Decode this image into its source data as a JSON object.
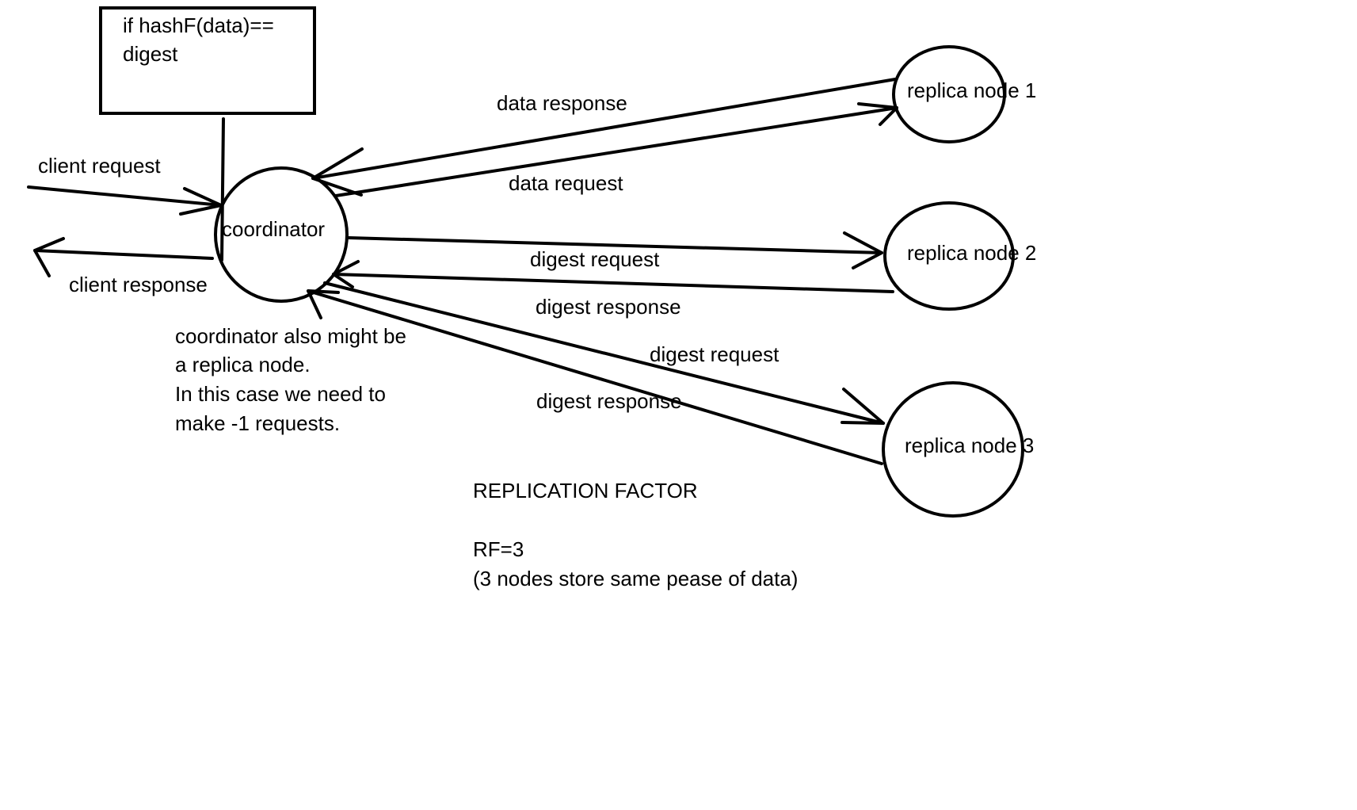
{
  "diagram": {
    "condition_box": {
      "line1": "if hashF(data)==",
      "line2": "digest"
    },
    "nodes": {
      "coordinator": "coordinator",
      "replica1": "replica node 1",
      "replica2": "replica node 2",
      "replica3": "replica node 3"
    },
    "edges": {
      "client_request": "client request",
      "client_response": "client response",
      "data_response": "data response",
      "data_request": "data request",
      "digest_request_2": "digest request",
      "digest_response_2": "digest response",
      "digest_request_3": "digest request",
      "digest_response_3": "digest response"
    },
    "note": {
      "line1": "coordinator also might be",
      "line2": "a replica node.",
      "line3": "In this case we need to",
      "line4": "make -1 requests."
    },
    "replication": {
      "heading": "REPLICATION FACTOR",
      "rf": "RF=3",
      "description": "(3 nodes store same pease of data)"
    }
  }
}
